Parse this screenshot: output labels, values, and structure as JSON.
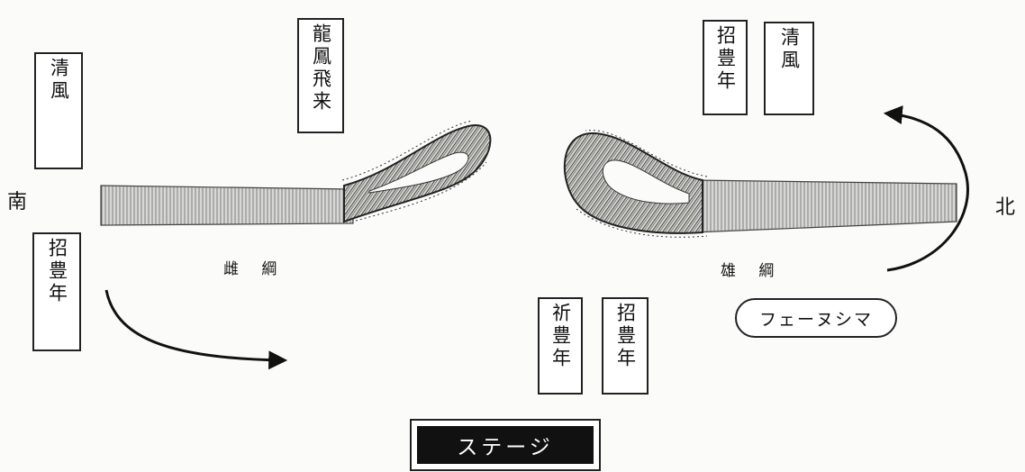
{
  "banners": {
    "seifu_left": [
      "清風"
    ],
    "shohounen_left": [
      "招豊年"
    ],
    "ryuho": [
      "龍鳳飛来"
    ],
    "shohounen_right": [
      "招豊年"
    ],
    "seifu_right": [
      "清風"
    ],
    "kihounen": [
      "祈豊年"
    ],
    "shohounen_bottom": [
      "招豊年"
    ]
  },
  "directions": {
    "south": "南",
    "north": "北"
  },
  "ropes": {
    "female": "雌 綱",
    "male": "雄 綱"
  },
  "place_label": "フェーヌシマ",
  "stage_label": "ステージ",
  "colors": {
    "ink": "#111111",
    "paper": "#fbfbf9",
    "rope": "#9a9a9a"
  }
}
